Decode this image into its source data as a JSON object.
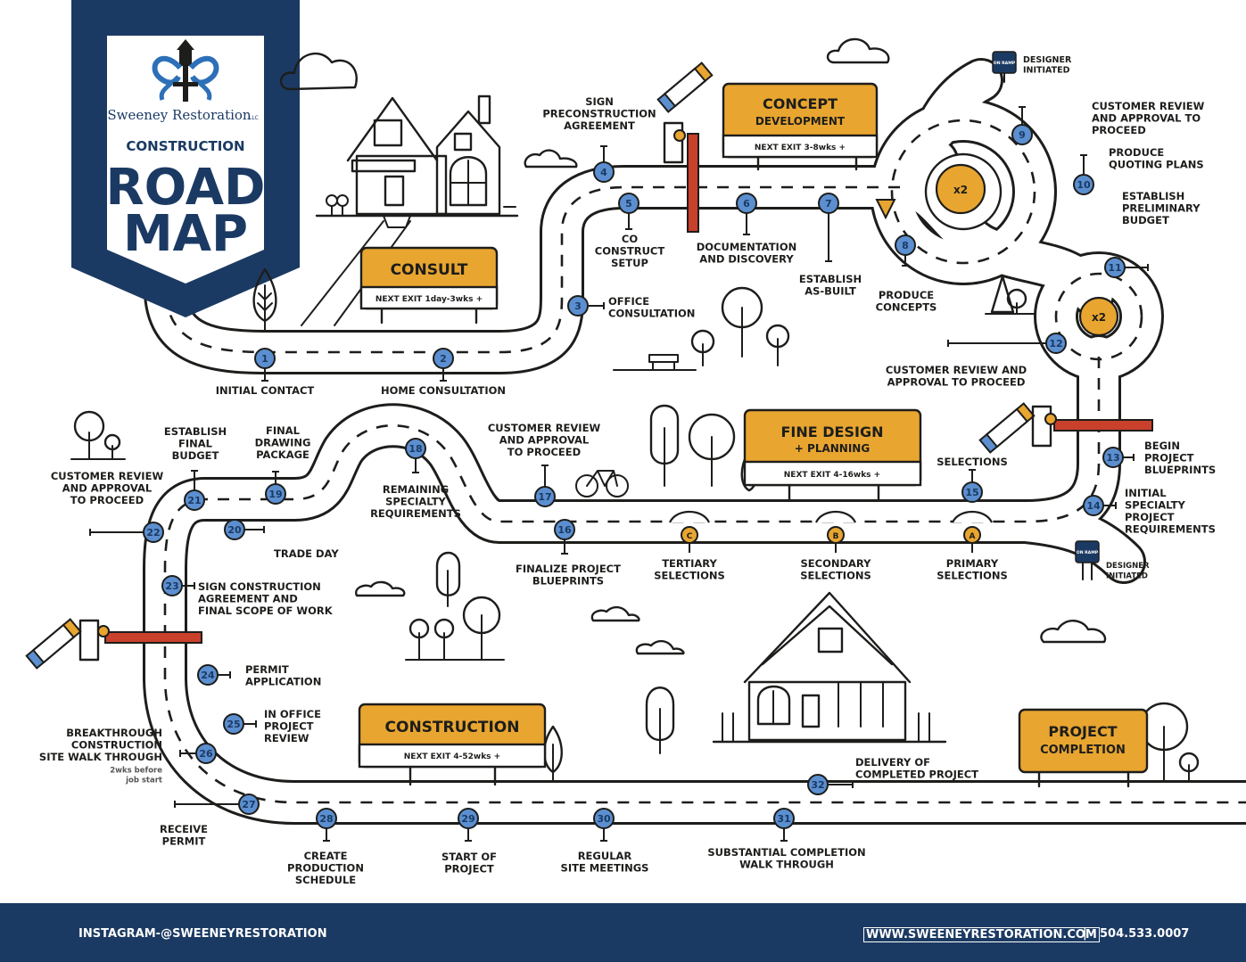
{
  "logo": {
    "company": "Sweeney Restoration",
    "suffix": "LLC",
    "line1": "CONSTRUCTION",
    "line2": "ROAD",
    "line3": "MAP"
  },
  "signs": {
    "consult": {
      "title": "CONSULT",
      "exit": "NEXT EXIT 1day-3wks +"
    },
    "concept": {
      "title": "CONCEPT",
      "subtitle": "DEVELOPMENT",
      "exit": "NEXT EXIT 3-8wks +"
    },
    "fine": {
      "title": "FINE DESIGN",
      "subtitle": "+ PLANNING",
      "exit": "NEXT EXIT 4-16wks +"
    },
    "construction": {
      "title": "CONSTRUCTION",
      "exit": "NEXT EXIT 4-52wks +"
    },
    "completion": {
      "title": "PROJECT",
      "subtitle": "COMPLETION"
    }
  },
  "onramp": "ON RAMP",
  "roundabout_label": "x2",
  "steps": [
    {
      "n": "1",
      "lines": [
        "INITIAL CONTACT"
      ]
    },
    {
      "n": "2",
      "lines": [
        "HOME CONSULTATION"
      ]
    },
    {
      "n": "3",
      "lines": [
        "OFFICE",
        "CONSULTATION"
      ]
    },
    {
      "n": "4",
      "lines": [
        "SIGN",
        "PRECONSTRUCTION",
        "AGREEMENT"
      ]
    },
    {
      "n": "5",
      "lines": [
        "CO",
        "CONSTRUCT",
        "SETUP"
      ]
    },
    {
      "n": "6",
      "lines": [
        "DOCUMENTATION",
        "AND DISCOVERY"
      ]
    },
    {
      "n": "7",
      "lines": [
        "ESTABLISH",
        "AS-BUILT"
      ]
    },
    {
      "n": "8",
      "lines": [
        "PRODUCE",
        "CONCEPTS"
      ]
    },
    {
      "n": "9",
      "lines": [
        "CUSTOMER REVIEW",
        "AND APPROVAL TO",
        "PROCEED"
      ]
    },
    {
      "n": "10",
      "lines": [
        "PRODUCE",
        "QUOTING PLANS"
      ]
    },
    {
      "n": "11",
      "lines": [
        "ESTABLISH",
        "PRELIMINARY",
        "BUDGET"
      ]
    },
    {
      "n": "12",
      "lines": [
        "CUSTOMER REVIEW AND",
        "APPROVAL TO PROCEED"
      ]
    },
    {
      "n": "13",
      "lines": [
        "BEGIN",
        "PROJECT",
        "BLUEPRINTS"
      ]
    },
    {
      "n": "14",
      "lines": [
        "INITIAL",
        "SPECIALTY",
        "PROJECT",
        "REQUIREMENTS"
      ]
    },
    {
      "n": "15",
      "lines": [
        "SELECTIONS"
      ]
    },
    {
      "n": "16",
      "lines": [
        "FINALIZE PROJECT",
        "BLUEPRINTS"
      ]
    },
    {
      "n": "17",
      "lines": [
        "CUSTOMER REVIEW",
        "AND APPROVAL",
        "TO PROCEED"
      ]
    },
    {
      "n": "18",
      "lines": [
        "REMAINING",
        "SPECIALTY",
        "REQUIREMENTS"
      ]
    },
    {
      "n": "19",
      "lines": [
        "FINAL",
        "DRAWING",
        "PACKAGE"
      ]
    },
    {
      "n": "20",
      "lines": [
        "TRADE DAY"
      ]
    },
    {
      "n": "21",
      "lines": [
        "ESTABLISH",
        "FINAL",
        "BUDGET"
      ]
    },
    {
      "n": "22",
      "lines": [
        "CUSTOMER REVIEW",
        "AND APPROVAL",
        "TO PROCEED"
      ]
    },
    {
      "n": "23",
      "lines": [
        "SIGN CONSTRUCTION",
        "AGREEMENT AND",
        "FINAL SCOPE OF WORK"
      ]
    },
    {
      "n": "24",
      "lines": [
        "PERMIT",
        "APPLICATION"
      ]
    },
    {
      "n": "25",
      "lines": [
        "IN OFFICE",
        "PROJECT",
        "REVIEW"
      ]
    },
    {
      "n": "26",
      "lines": [
        "BREAKTHROUGH",
        "CONSTRUCTION",
        "SITE WALK THROUGH"
      ],
      "note": [
        "2wks before",
        "job start"
      ]
    },
    {
      "n": "27",
      "lines": [
        "RECEIVE",
        "PERMIT"
      ]
    },
    {
      "n": "28",
      "lines": [
        "CREATE",
        "PRODUCTION",
        "SCHEDULE"
      ]
    },
    {
      "n": "29",
      "lines": [
        "START OF",
        "PROJECT"
      ]
    },
    {
      "n": "30",
      "lines": [
        "REGULAR",
        "SITE MEETINGS"
      ]
    },
    {
      "n": "31",
      "lines": [
        "SUBSTANTIAL COMPLETION",
        "WALK THROUGH"
      ]
    },
    {
      "n": "32",
      "lines": [
        "DELIVERY OF",
        "COMPLETED PROJECT"
      ]
    }
  ],
  "selections": [
    {
      "n": "C",
      "lines": [
        "TERTIARY",
        "SELECTIONS"
      ]
    },
    {
      "n": "B",
      "lines": [
        "SECONDARY",
        "SELECTIONS"
      ]
    },
    {
      "n": "A",
      "lines": [
        "PRIMARY",
        "SELECTIONS"
      ]
    }
  ],
  "designer": [
    "DESIGNER",
    "INITIATED"
  ],
  "footer": {
    "instagram": "INSTAGRAM-@SWEENEYRESTORATION",
    "website": "WWW.SWEENEYRESTORATION.COM",
    "separator": "|",
    "phone": "504.533.0007"
  },
  "colors": {
    "navy": "#1b3a63",
    "gold": "#e8a530",
    "marker": "#5b8fd0",
    "ink": "#1d1d1b",
    "gate_red": "#c9402b"
  }
}
